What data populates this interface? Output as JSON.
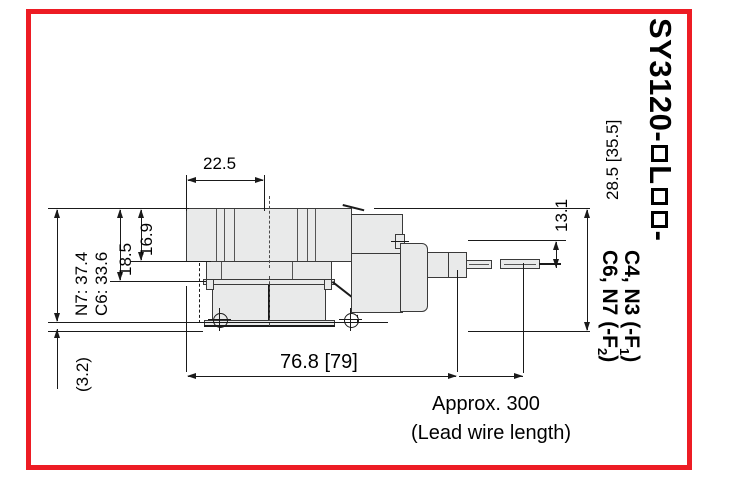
{
  "frame": {
    "accent_color": "#ed1c24"
  },
  "title": {
    "model_prefix": "SY3120-",
    "model_mid": "L",
    "dash": "-",
    "box_glyph": "□",
    "port_line1": "C4, N3 (-F",
    "port_line1_sub": "1",
    "port_line2": "C6, N7 (-F",
    "port_line2_sub": "2",
    "close_paren": ")"
  },
  "dimensions": {
    "top_width": "22.5",
    "overall_length": "76.8 [79]",
    "height_16_9": "16.9",
    "height_18_5": "18.5",
    "height_c6_n7": "C6: 33.6\nN7: 37.4",
    "height_c6": "C6: 33.6",
    "height_n7": "N7: 37.4",
    "base_thickness": "(3.2)",
    "right_height": "28.5 [35.5]",
    "lead_height": "13.1"
  },
  "annotations": {
    "lead_length": "Approx. 300",
    "lead_note": "(Lead wire length)"
  },
  "colors": {
    "border_red": "#ed1c24",
    "body_fill": "#e9eaea",
    "line": "#1a1a1a",
    "dim_text": "#000000"
  }
}
